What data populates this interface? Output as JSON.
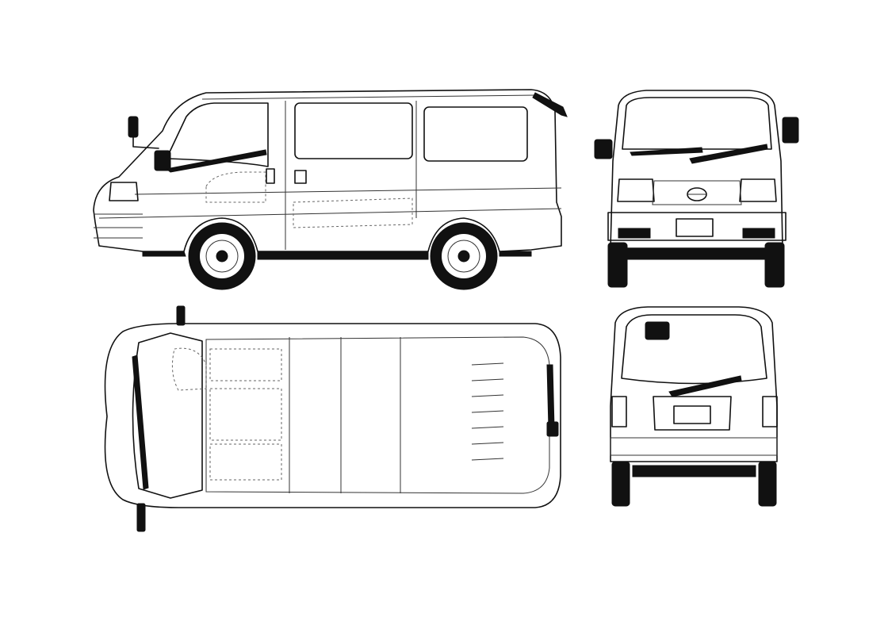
{
  "views": [
    {
      "id": "side",
      "kind": "side-view"
    },
    {
      "id": "front",
      "kind": "front-view"
    },
    {
      "id": "top",
      "kind": "top-view"
    },
    {
      "id": "rear",
      "kind": "rear-view"
    }
  ],
  "colors": {
    "line": "#111111",
    "background": "#ffffff"
  },
  "icons": [
    "badge-emblem-icon"
  ]
}
